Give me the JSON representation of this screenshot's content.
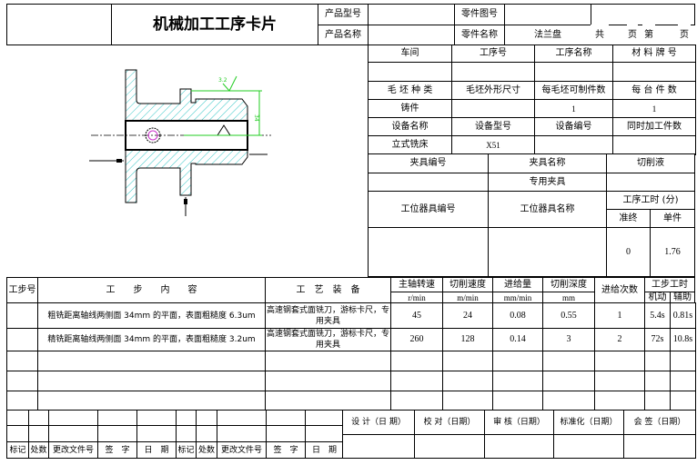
{
  "header": {
    "title": "机械加工工序卡片",
    "product_model_label": "产品型号",
    "product_model": "",
    "product_name_label": "产品名称",
    "product_name": "",
    "part_drawing_no_label": "零件图号",
    "part_drawing_no": "",
    "part_name_label": "零件名称",
    "part_name": "法兰盘",
    "total_label": "共",
    "page_label": "页",
    "sheet_label": "第",
    "page_label2": "页"
  },
  "drawing": {
    "roughness": "3.2",
    "dimension": "34",
    "colors": {
      "hatch": "#3cc8c8",
      "dimension": "#22cc22",
      "hole": "#cc33cc"
    }
  },
  "info": {
    "workshop_label": "车间",
    "op_no_label": "工序号",
    "op_name_label": "工序名称",
    "material_label": "材 料 牌 号",
    "workshop": "",
    "op_no": "",
    "op_name": "",
    "material": "",
    "blank_type_label": "毛 坯 种 类",
    "blank_size_label": "毛坯外形尺寸",
    "parts_per_blank_label": "每毛坯可制件数",
    "parts_per_unit_label": "每 台 件 数",
    "blank_type": "铸件",
    "blank_size": "",
    "parts_per_blank": "1",
    "parts_per_unit": "1",
    "equip_name_label": "设备名称",
    "equip_model_label": "设备型号",
    "equip_no_label": "设备编号",
    "simul_label": "同时加工件数",
    "equip_name": "立式铣床",
    "equip_model": "X51",
    "equip_no": "",
    "simul": "",
    "fixture_no_label": "夹具编号",
    "fixture_name_label": "夹具名称",
    "coolant_label": "切削液",
    "fixture_no": "",
    "fixture_name": "专用夹具",
    "coolant": "",
    "station_no_label": "工位器具编号",
    "station_name_label": "工位器具名称",
    "op_time_label": "工序工时 (分)",
    "prep_label": "准终",
    "unit_label": "单件",
    "prep": "0",
    "unit": "1.76"
  },
  "steps": {
    "headers": {
      "no": "工步号",
      "content": "工　　步　　内　　容",
      "equipment": "工　艺　装　备",
      "spindle": "主轴转速",
      "spindle_unit": "r/min",
      "speed": "切削速度",
      "speed_unit": "m/min",
      "feed": "进给量",
      "feed_unit": "mm/min",
      "depth": "切削深度",
      "depth_unit": "mm",
      "passes": "进给次数",
      "time": "工步工时",
      "machine": "机动",
      "aux": "辅助"
    },
    "rows": [
      {
        "no": "",
        "content": "粗铣距离轴线两侧面 34mm 的平面，表面粗糙度 6.3um",
        "equipment": "高速钢套式面铣刀，游标卡尺，专用夹具",
        "spindle": "45",
        "speed": "24",
        "feed": "0.08",
        "depth": "0.55",
        "passes": "1",
        "machine": "5.4s",
        "aux": "0.81s"
      },
      {
        "no": "",
        "content": "精铣距离轴线两侧面 34mm 的平面，表面粗糙度 3.2um",
        "equipment": "高速钢套式面铣刀，游标卡尺，专用夹具",
        "spindle": "260",
        "speed": "128",
        "feed": "0.14",
        "depth": "3",
        "passes": "2",
        "machine": "72s",
        "aux": "10.8s"
      }
    ]
  },
  "signoff": {
    "left_labels": [
      "标记",
      "处数",
      "更改文件号",
      "签　字",
      "日　期",
      "标记",
      "处数",
      "更改文件号",
      "签　字",
      "日　期"
    ],
    "right_labels": [
      "设 计（日 期）",
      "校 对（日期）",
      "审 核（日期）",
      "标准化（日期）",
      "会 签（日期）"
    ]
  }
}
